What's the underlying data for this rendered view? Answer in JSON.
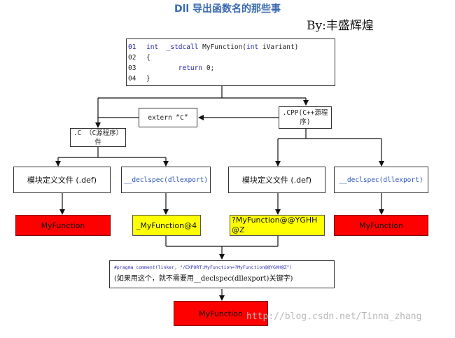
{
  "title": "Dll 导出函数名的那些事",
  "author": "By:丰盛辉煌",
  "code": {
    "lines": [
      {
        "num": "01",
        "pre": "int  _stdcall MyFunction(int iVariant)"
      },
      {
        "num": "02",
        "pre": "{"
      },
      {
        "num": "03",
        "pre": "        return 0;"
      },
      {
        "num": "04",
        "pre": "}"
      }
    ]
  },
  "extern_c": "extern  “C”",
  "c_source": ".C  （C源程序）件",
  "cpp_source": ".CPP(C++源程序)",
  "def_file_left": "模块定义文件 (.def)",
  "declspec_left": "__declspec(dllexport)",
  "def_file_right": "模块定义文件 (.def)",
  "declspec_right": "__declspec(dllexport)",
  "results": {
    "c_def": "MyFunction",
    "c_declspec": "_MyFunction@4",
    "cpp_def": "?MyFunction@@YGHH@Z",
    "cpp_declspec": "MyFunction"
  },
  "pragma": {
    "line1": "#pragma comment(linker, \"/EXPORT:MyFunction=?MyFunction@@YGHH@Z\")",
    "line2": "(如果用这个，就不需要用__declspec(dllexport)关键字)"
  },
  "final_result": "MyFunction",
  "watermark": "http://blog.csdn.net/Tinna_zhang",
  "colors": {
    "red": "#ff0000",
    "yellow": "#ffff00",
    "title": "#3a6bb0"
  }
}
